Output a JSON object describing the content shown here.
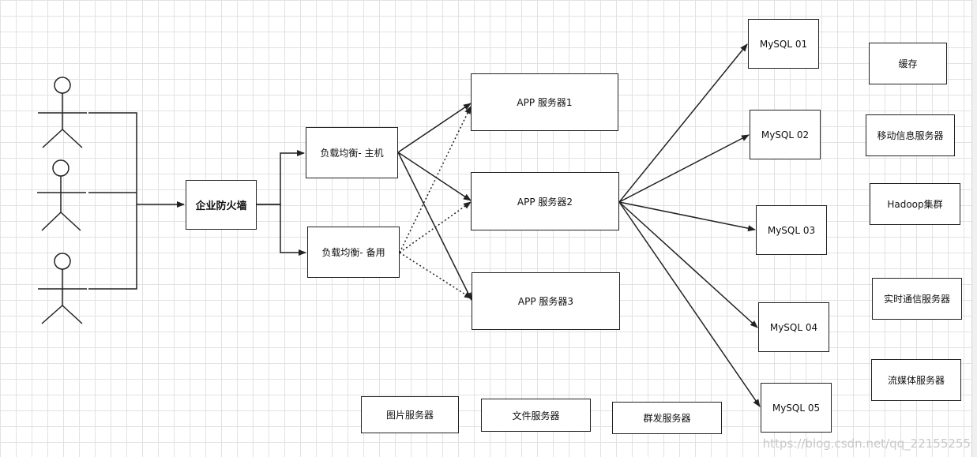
{
  "nodes": {
    "firewall": "企业防火墙",
    "lb_main": "负载均衡- 主机",
    "lb_backup": "负载均衡- 备用",
    "app1": "APP 服务器1",
    "app2": "APP 服务器2",
    "app3": "APP 服务器3",
    "mysql1": "MySQL 01",
    "mysql2": "MySQL 02",
    "mysql3": "MySQL 03",
    "mysql4": "MySQL 04",
    "mysql5": "MySQL 05",
    "cache": "缓存",
    "mobile_msg": "移动信息服务器",
    "hadoop": "Hadoop集群",
    "realtime": "实时通信服务器",
    "streaming": "流媒体服务器",
    "image_server": "图片服务器",
    "file_server": "文件服务器",
    "mass_mail": "群发服务器"
  },
  "watermark": "https://blog.csdn.net/qq_22155255"
}
